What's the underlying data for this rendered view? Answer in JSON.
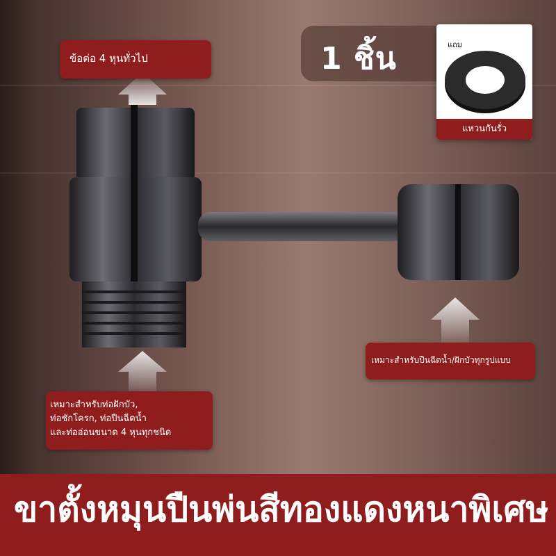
{
  "badge": {
    "count_label": "1 ชิ้น"
  },
  "washer": {
    "tag": "แถม",
    "label": "แหวนกันรั่ว"
  },
  "callouts": {
    "top_left": "ข้อต่อ 4 หุนทั่วไป",
    "right": "เหมาะสำหรับปืนฉีดน้ำ/ฝักบัวทุกรูปแบบ",
    "bottom_left_lines": [
      "เหมาะสำหรับท่อฝักบัว,",
      "ท่อชักโครก, ท่อปืนฉีดน้ำ",
      "และท่ออ่อนขนาด 4 หุนทุกชนิด"
    ]
  },
  "banner": {
    "text": "ขาตั้งหมุนปืนพ่นสีทองแดงหนาพิเศษ"
  },
  "colors": {
    "accent_red": "#8f1d1d",
    "metal": "#3c3c40"
  }
}
